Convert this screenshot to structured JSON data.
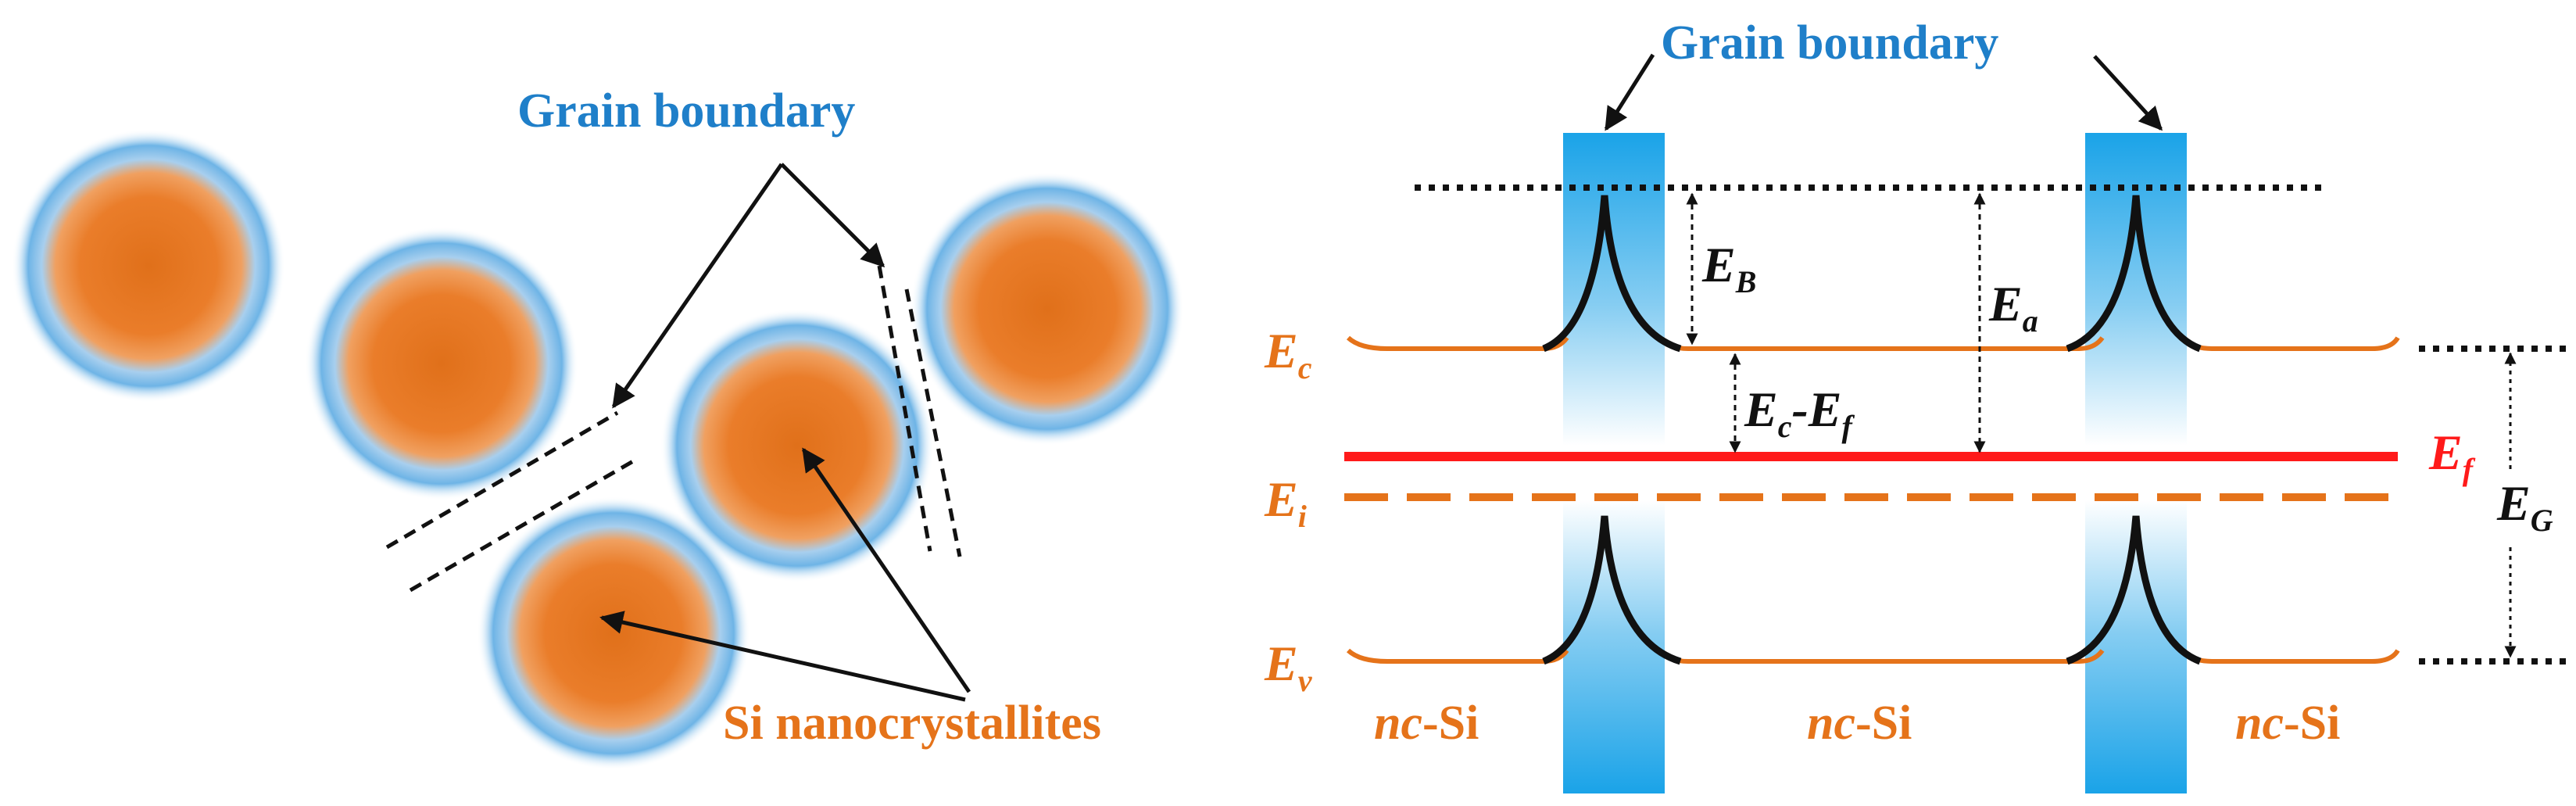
{
  "colors": {
    "orange": "#e5731a",
    "blue": "#1f7fc9",
    "barrier_blue": "#1aa3e8",
    "red": "#ff1a1a",
    "black": "#111111"
  },
  "left_panel": {
    "grain_boundary_label": "Grain boundary",
    "nanocrystal_label": "Si nanocrystallites"
  },
  "right_panel": {
    "grain_boundary_label": "Grain boundary",
    "labels": {
      "Ec": {
        "main": "E",
        "sub": "c"
      },
      "Ei": {
        "main": "E",
        "sub": "i"
      },
      "Ev": {
        "main": "E",
        "sub": "v"
      },
      "Ef": {
        "main": "E",
        "sub": "f"
      },
      "EB": {
        "main": "E",
        "sub": "B"
      },
      "Ea": {
        "main": "E",
        "sub": "a"
      },
      "EG": {
        "main": "E",
        "sub": "G"
      },
      "EcEf": {
        "main1": "E",
        "sub1": "c",
        "dash": "-",
        "main2": "E",
        "sub2": "f"
      }
    },
    "region_labels": [
      {
        "italic": "nc",
        "rest": "-Si"
      },
      {
        "italic": "nc",
        "rest": "-Si"
      },
      {
        "italic": "nc",
        "rest": "-Si"
      }
    ]
  }
}
